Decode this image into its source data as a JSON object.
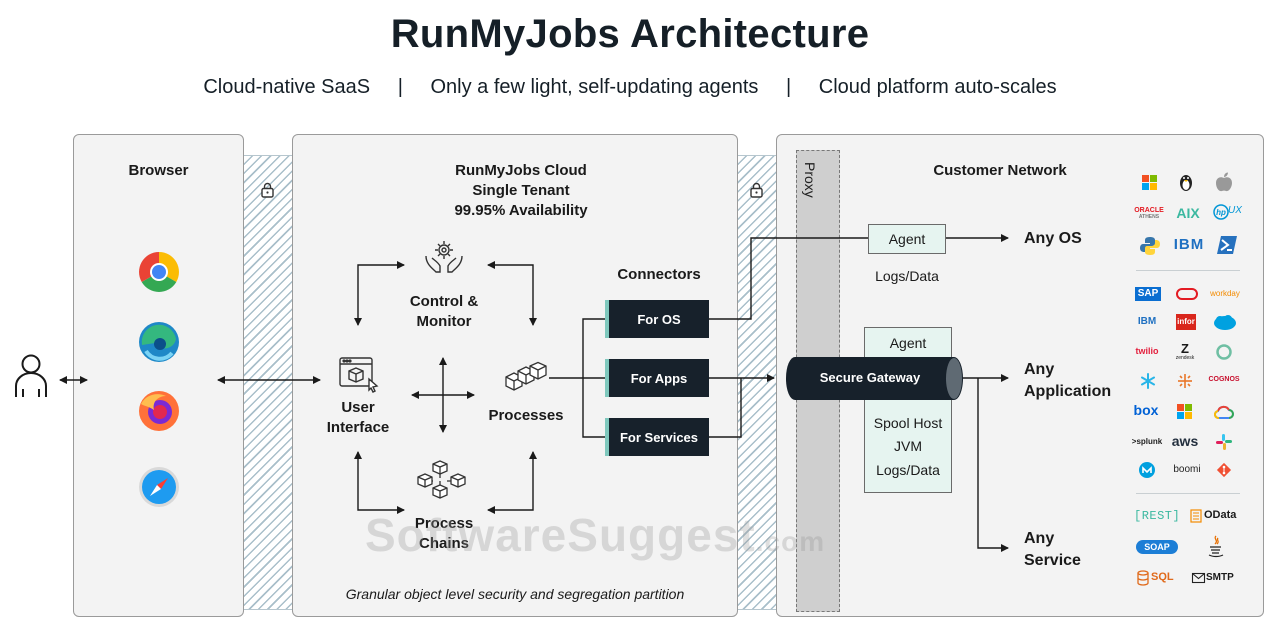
{
  "header": {
    "title": "RunMyJobs Architecture",
    "subtitle_1": "Cloud-native SaaS",
    "sep": "|",
    "subtitle_2": "Only a few light, self-updating agents",
    "subtitle_3": "Cloud platform auto-scales"
  },
  "browser": {
    "title": "Browser",
    "icons": [
      "chrome-icon",
      "edge-icon",
      "firefox-icon",
      "safari-icon"
    ]
  },
  "cloud": {
    "title_1": "RunMyJobs Cloud",
    "title_2": "Single Tenant",
    "title_3": "99.95% Availability",
    "control_1": "Control &",
    "control_2": "Monitor",
    "ui_1": "User",
    "ui_2": "Interface",
    "processes": "Processes",
    "chains_1": "Process",
    "chains_2": "Chains",
    "connectors_title": "Connectors",
    "connectors": [
      "For OS",
      "For Apps",
      "For Services"
    ],
    "footer": "Granular object level security and segregation partition"
  },
  "proxy": {
    "label": "Proxy"
  },
  "customer": {
    "title": "Customer Network",
    "agent_top": "Agent",
    "logs_top": "Logs/Data",
    "agent_mid": "Agent",
    "gateway": "Secure Gateway",
    "spool": "Spool Host",
    "jvm": "JVM",
    "logs_mid": "Logs/Data",
    "any_os": "Any OS",
    "any_app_1": "Any",
    "any_app_2": "Application",
    "any_service_1": "Any",
    "any_service_2": "Service"
  },
  "logos": {
    "os": {
      "oracle_1": "ORACLE",
      "oracle_2": "ATHENS",
      "aix": "AIX",
      "hpux": "UX",
      "ibm": "IBM"
    },
    "apps": {
      "sap": "SAP",
      "ibm": "IBM",
      "infor": "infor",
      "workday": "workday",
      "twilio": "twilio",
      "zendesk": "zendesk",
      "cognos": "COGNOS",
      "box": "box",
      "splunk": ">splunk",
      "aws": "aws",
      "boomi": "boomi"
    },
    "services": {
      "rest": "[REST]",
      "odata": "OData",
      "soap": "SOAP",
      "sql": "SQL",
      "smtp": "SMTP"
    }
  },
  "watermark": {
    "main": "SoftwareSuggest",
    "suffix": ".com"
  },
  "colors": {
    "dark": "#17212b",
    "accent_green": "#7fc8bd",
    "panel_bg": "#f3f3f3",
    "hatch": "#a9bfca",
    "proxy": "#cfcfcf",
    "green_box": "#e6f4f0"
  }
}
